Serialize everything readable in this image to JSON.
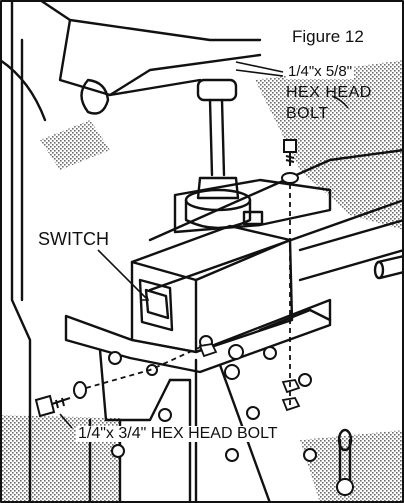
{
  "figure": {
    "title": "Figure 12"
  },
  "callouts": {
    "top_bolt_size": "1/4\"x 5/8\"",
    "top_bolt_line2": "HEX HEAD",
    "top_bolt_line3": "BOLT",
    "switch": "SWITCH",
    "bottom_bolt": "1/4\"x 3/4\" HEX HEAD BOLT"
  },
  "colors": {
    "ink": "#111111",
    "paper": "#ffffff",
    "stipple": "#9a9a9a"
  }
}
